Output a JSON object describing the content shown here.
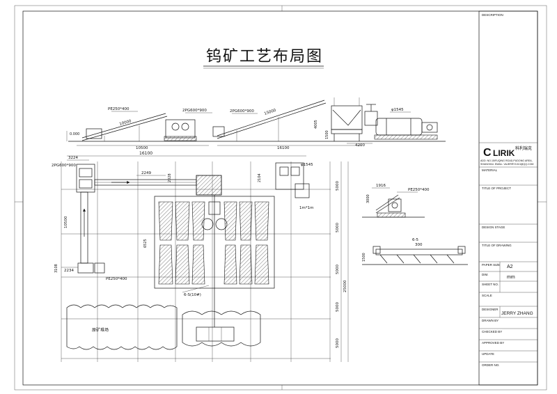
{
  "drawing": {
    "title": "钨矿工艺布局图",
    "dimensions": {
      "conv1_len": "10000",
      "conv1_span": "10500",
      "conv2_len": "15000",
      "conv2_span": "16100",
      "h_4200": "4200",
      "h_4005": "4005",
      "h_1500": "1500",
      "h_0": "0.000",
      "plan_16100": "16100",
      "plan_3224": "3224",
      "plan_2249": "2249",
      "plan_2028": "2028",
      "plan_2104": "2104",
      "plan_10500": "10500",
      "plan_6525": "6525",
      "plan_3108": "3108",
      "plan_2234": "2234",
      "plan_5000a": "5000",
      "plan_5000b": "5000",
      "plan_5000c": "5000",
      "plan_5000d": "5000",
      "plan_5000e": "5000",
      "plan_25000": "25000",
      "side_1916": "1916",
      "side_3000": "3000",
      "side_6_5": "6-5",
      "side_300": "300",
      "side_1500": "1500",
      "area_1m": "1m*1m",
      "tables_count": "6-S(10#)"
    },
    "equipment": {
      "jaw_crusher": "PE250*400",
      "jaw_crusher_plan": "PE250*400",
      "jaw_crusher_side": "PE250*400",
      "roller_1": "2PG600*900",
      "roller_2": "2PG600*900",
      "roller_plan": "2PG600*900",
      "ball_mill": "φ1545",
      "ball_mill_plan": "φ1545",
      "ore_yard": "原矿堆场"
    },
    "title_block": {
      "logo_mark": "C",
      "logo_text": "LIRIK",
      "logo_cn": "科利瑞克",
      "address_line1": "ADD: NO.15/FUQING ROAD,PUDONG AREA,",
      "address_line2": "SHANGHAI. EMAIL: VAJERRY1013@QQ.COM",
      "designer_name": "JERRY ZHANG",
      "paper_size_value": "A2",
      "unit_value": "mm",
      "labels": {
        "description": "DESCRIPTION",
        "material": "MATERIAL",
        "title_of_project": "TITLE OF PROJECT",
        "design_stage": "DESIGN STAGE",
        "title_of_drawing": "TITLE OF DRAWING",
        "paper_size": "PAPER SIZE",
        "dim": "DIM.",
        "sheet_no": "SHEET NO.",
        "scale": "SCALE",
        "designer": "DESIGNER",
        "drawn_by": "DRAWN BY",
        "checked_by": "CHECKED BY",
        "approved_by": "APPROVED BY",
        "update": "UPDATE",
        "order_no": "ORDER NO."
      }
    },
    "colors": {
      "line": "#111111",
      "paper": "#ffffff",
      "hatch": "#555555"
    }
  }
}
